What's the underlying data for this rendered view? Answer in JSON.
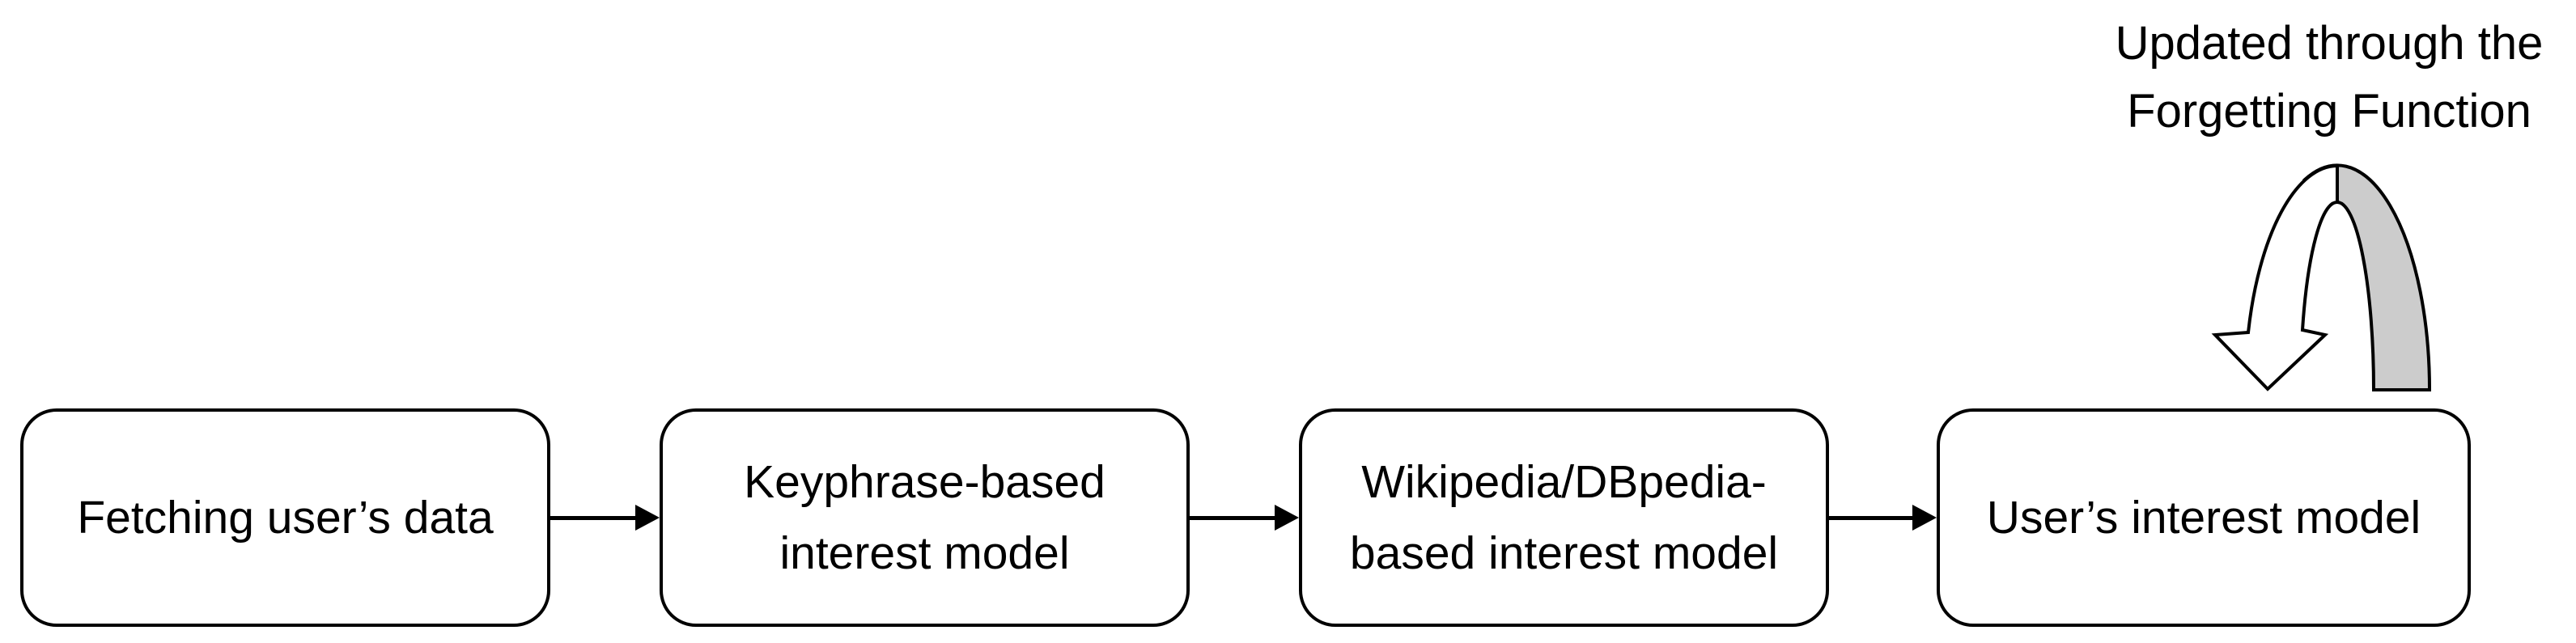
{
  "diagram": {
    "annotation": {
      "lines": [
        "Updated through the",
        "Forgetting Function"
      ]
    },
    "nodes": [
      {
        "label": "Fetching user’s data",
        "lines": [
          "Fetching user’s data"
        ]
      },
      {
        "label": "Keyphrase-based interest model",
        "lines": [
          "Keyphrase-based",
          "interest model"
        ]
      },
      {
        "label": "Wikipedia/DBpedia-based interest model",
        "lines": [
          "Wikipedia/DBpedia-",
          "based interest model"
        ]
      },
      {
        "label": "User’s interest model",
        "lines": [
          "User’s interest model"
        ]
      }
    ],
    "icons": {
      "curved_arrow_icon": "curved-down-arrow"
    },
    "colors": {
      "stroke": "#000000",
      "text": "#000000",
      "background": "#ffffff",
      "curved_arrow_fill": "#cccccc",
      "curved_arrow_head_fill": "#ffffff"
    }
  }
}
